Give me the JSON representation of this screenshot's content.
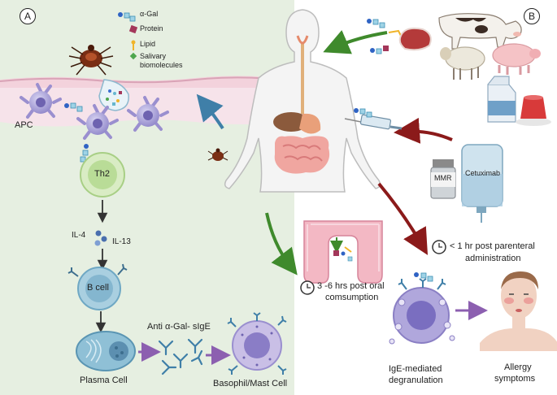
{
  "panels": {
    "a": "A",
    "b": "B"
  },
  "legend": {
    "alpha_gal": "α-Gal",
    "protein": "Protein",
    "lipid": "Lipid",
    "salivary_line1": "Salivary",
    "salivary_line2": "biomolecules"
  },
  "left": {
    "apc": "APC",
    "th2": "Th2",
    "il4": "IL-4",
    "il13": "IL-13",
    "bcell": "B cell",
    "anti": "Anti α-Gal- sIgE",
    "plasma": "Plasma Cell",
    "basophil": "Basophil/Mast Cell"
  },
  "right": {
    "mmr": "MMR",
    "cetuximab": "Cetuximab",
    "parenteral_line1": "< 1 hr post parenteral",
    "parenteral_line2": "administration",
    "oral_line1": "3 -6 hrs post oral",
    "oral_line2": "comsumption",
    "ige_line1": "IgE-mediated",
    "ige_line2": "degranulation",
    "allergy_line1": "Allergy",
    "allergy_line2": "symptoms"
  },
  "colors": {
    "left_bg": "#e6efe1",
    "skin_pink": "#ecc4cf",
    "immune_purple": "#9a8fcf",
    "th2_green": "#c5e3a4",
    "bcell_blue": "#8fbfd5",
    "arrow_green": "#3f8a2c",
    "arrow_red": "#8b1a1a",
    "arrow_blue": "#3f7fa8",
    "arrow_purple": "#8c5fb0"
  }
}
